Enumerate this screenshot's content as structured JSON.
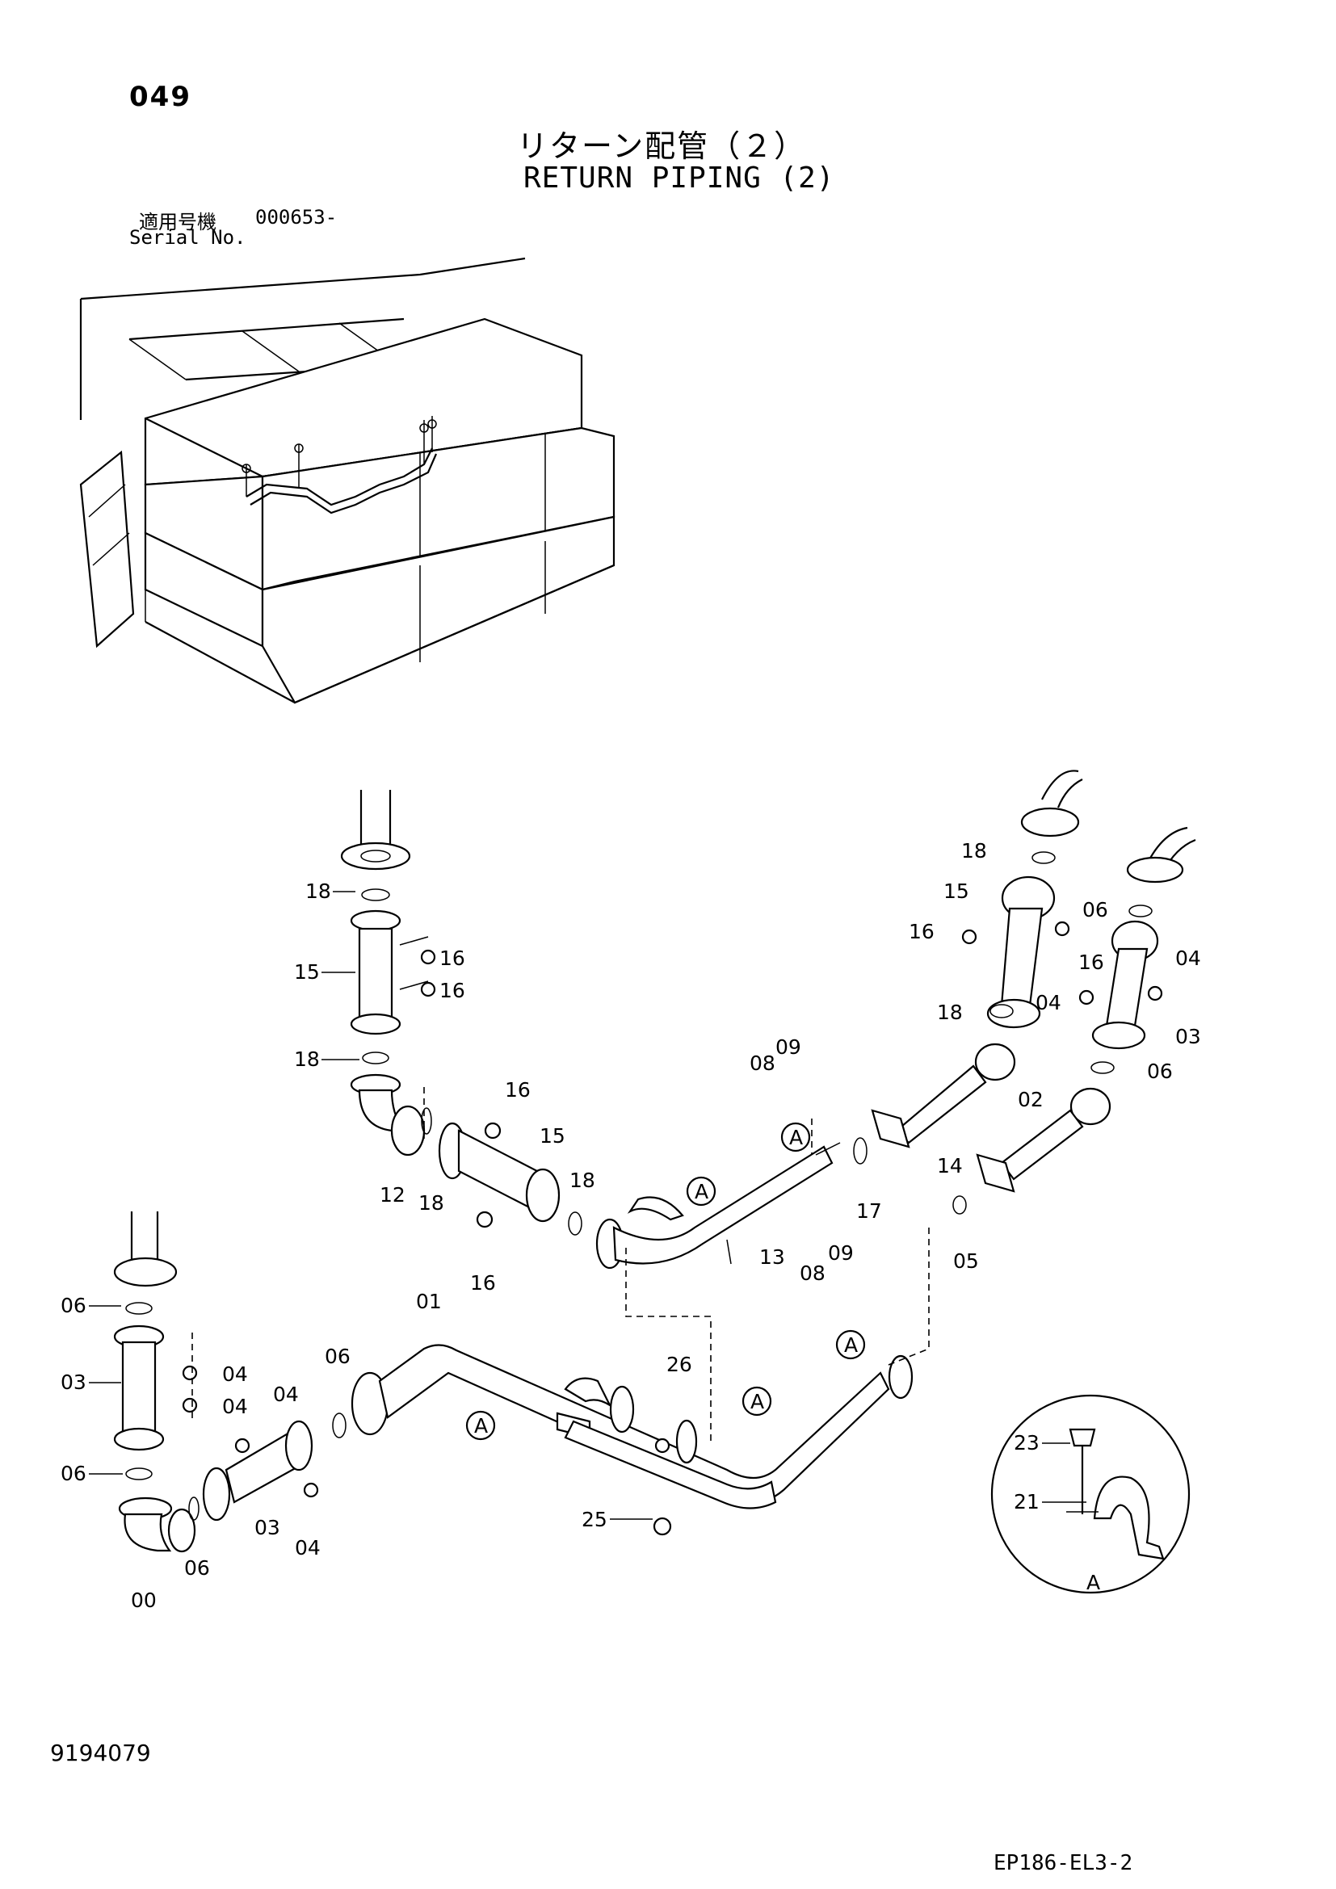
{
  "page_number": "049",
  "title_jp": "リターン配管（２）",
  "title_en": "RETURN PIPING (2)",
  "serial_label_jp": "適用号機",
  "serial_value": "000653-",
  "serial_label_en": "Serial No.",
  "document_id": "9194079",
  "figure_code": "EP186-EL3-2",
  "detail_view_label": "A",
  "part_callouts": {
    "p00": "00",
    "p01": "01",
    "p02": "02",
    "p03": "03",
    "p04": "04",
    "p05": "05",
    "p06": "06",
    "p08": "08",
    "p09": "09",
    "p12": "12",
    "p13": "13",
    "p14": "14",
    "p15": "15",
    "p16": "16",
    "p17": "17",
    "p18": "18",
    "p21": "21",
    "p23": "23",
    "p25": "25",
    "p26": "26"
  },
  "clamp_marker": "A"
}
